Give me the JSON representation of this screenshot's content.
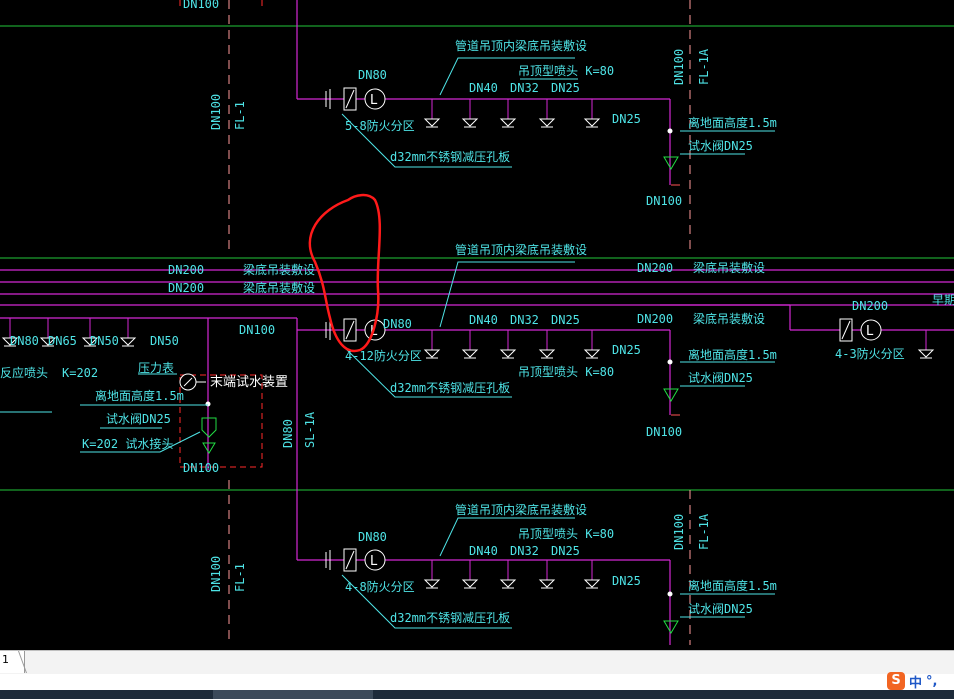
{
  "drawing": {
    "top_riser": {
      "pipe": "DN100",
      "tag": "FL-1"
    },
    "bottom_riser": {
      "pipe": "DN100",
      "tag": "FL-1"
    },
    "right_top_riser": {
      "pipe": "DN100",
      "tag": "FL-1A"
    },
    "right_bottom_riser": {
      "pipe": "DN100",
      "tag": "FL-1A"
    },
    "mid_riser": {
      "pipe": "DN80",
      "tag": "SL-1A"
    },
    "zone_top": {
      "note_top": "管道吊顶内梁底吊装敷设",
      "sprinkler_note": "吊顶型喷头  K=80",
      "valve_size": "DN80",
      "zone": "5-8防火分区",
      "orifice": "d32mm不锈钢减压孔板",
      "sizes": [
        "DN40",
        "DN32",
        "DN25"
      ],
      "end_size": "DN25",
      "test_height": "离地面高度1.5m",
      "test_valve": "试水阀DN25",
      "drain": "DN100"
    },
    "zone_mid": {
      "note_top": "管道吊顶内梁底吊装敷设",
      "main_a": "DN200",
      "main_a_note": "梁底吊装敷设",
      "main_b": "DN200",
      "main_b_note": "梁底吊装敷设",
      "right_main": "DN200",
      "right_main_note": "梁底吊装敷设",
      "valve_size": "DN80",
      "zone": "4-12防火分区",
      "orifice": "d32mm不锈钢减压孔板",
      "sizes": [
        "DN40",
        "DN32",
        "DN25"
      ],
      "end_size": "DN25",
      "sprinkler_note": "吊顶型喷头  K=80",
      "branch_top": "DN200",
      "branch_note": "梁底吊装敷设",
      "test_height": "离地面高度1.5m",
      "test_valve": "试水阀DN25",
      "drain": "DN100",
      "far_right_size": "DN200",
      "far_right_zone": "4-3防火分区",
      "far_right_cut": "早期"
    },
    "left_branch": {
      "sizes": [
        "DN80",
        "DN65",
        "DN50",
        "DN50"
      ],
      "k_value": "K=202",
      "cut_text": "反应喷头",
      "riser": "DN100",
      "gauge": "压力表",
      "terminal": "末端试水装置",
      "height": "离地面高度1.5m",
      "valve": "试水阀DN25",
      "nozzle": "K=202 试水接头",
      "drain": "DN100"
    },
    "zone_bottom": {
      "note_top": "管道吊顶内梁底吊装敷设",
      "sprinkler_note": "吊顶型喷头  K=80",
      "valve_size": "DN80",
      "zone": "4-8防火分区",
      "orifice": "d32mm不锈钢减压孔板",
      "sizes": [
        "DN40",
        "DN32",
        "DN25"
      ],
      "end_size": "DN25",
      "test_height": "离地面高度1.5m",
      "test_valve": "试水阀DN25"
    },
    "top_cut_label": "DN100",
    "colors": {
      "background": "#000000",
      "pipe": "#d428d4",
      "leader": "#4ee3e6",
      "text": "#4ee3e6",
      "grid": "#22c63a",
      "center": "#ff9999",
      "box": "#ff2a2a",
      "markup": "#ff1a1a",
      "sprinkler": "#ffffff"
    }
  },
  "tabs": {
    "layout_number": "1"
  },
  "ime": {
    "logo": "S",
    "mode": "中",
    "punct": "°,"
  }
}
